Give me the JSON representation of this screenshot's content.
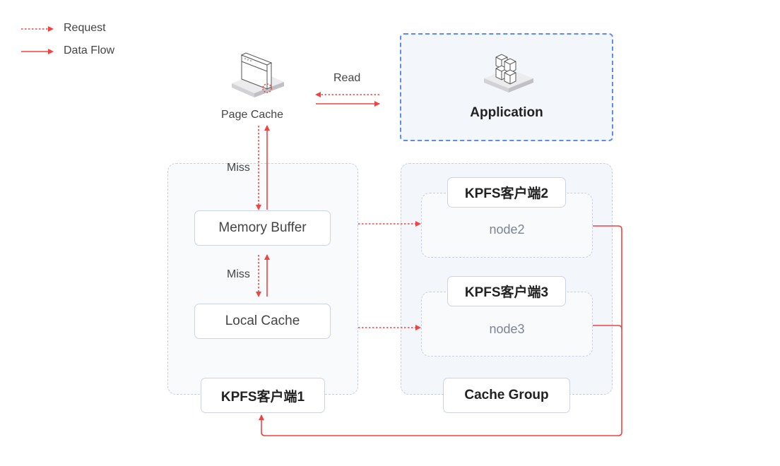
{
  "legend": {
    "items": [
      {
        "label": "Request",
        "style": "dashed"
      },
      {
        "label": "Data Flow",
        "style": "solid"
      }
    ]
  },
  "colors": {
    "arrow": "#ef4444",
    "app_border": "#5b8def",
    "group_border": "#c9cfe0"
  },
  "nodes": {
    "page_cache": {
      "label": "Page Cache",
      "icon": "browser-window-icon"
    },
    "application": {
      "label": "Application",
      "icon": "cubes-icon"
    },
    "memory_buffer": {
      "label": "Memory Buffer"
    },
    "local_cache": {
      "label": "Local Cache"
    },
    "client1": {
      "label": "KPFS客户端1"
    },
    "client2": {
      "label": "KPFS客户端2",
      "node": "node2"
    },
    "client3": {
      "label": "KPFS客户端3",
      "node": "node3"
    },
    "cache_group": {
      "label": "Cache Group"
    }
  },
  "edges": {
    "read": "Read",
    "miss1": "Miss",
    "miss2": "Miss"
  }
}
